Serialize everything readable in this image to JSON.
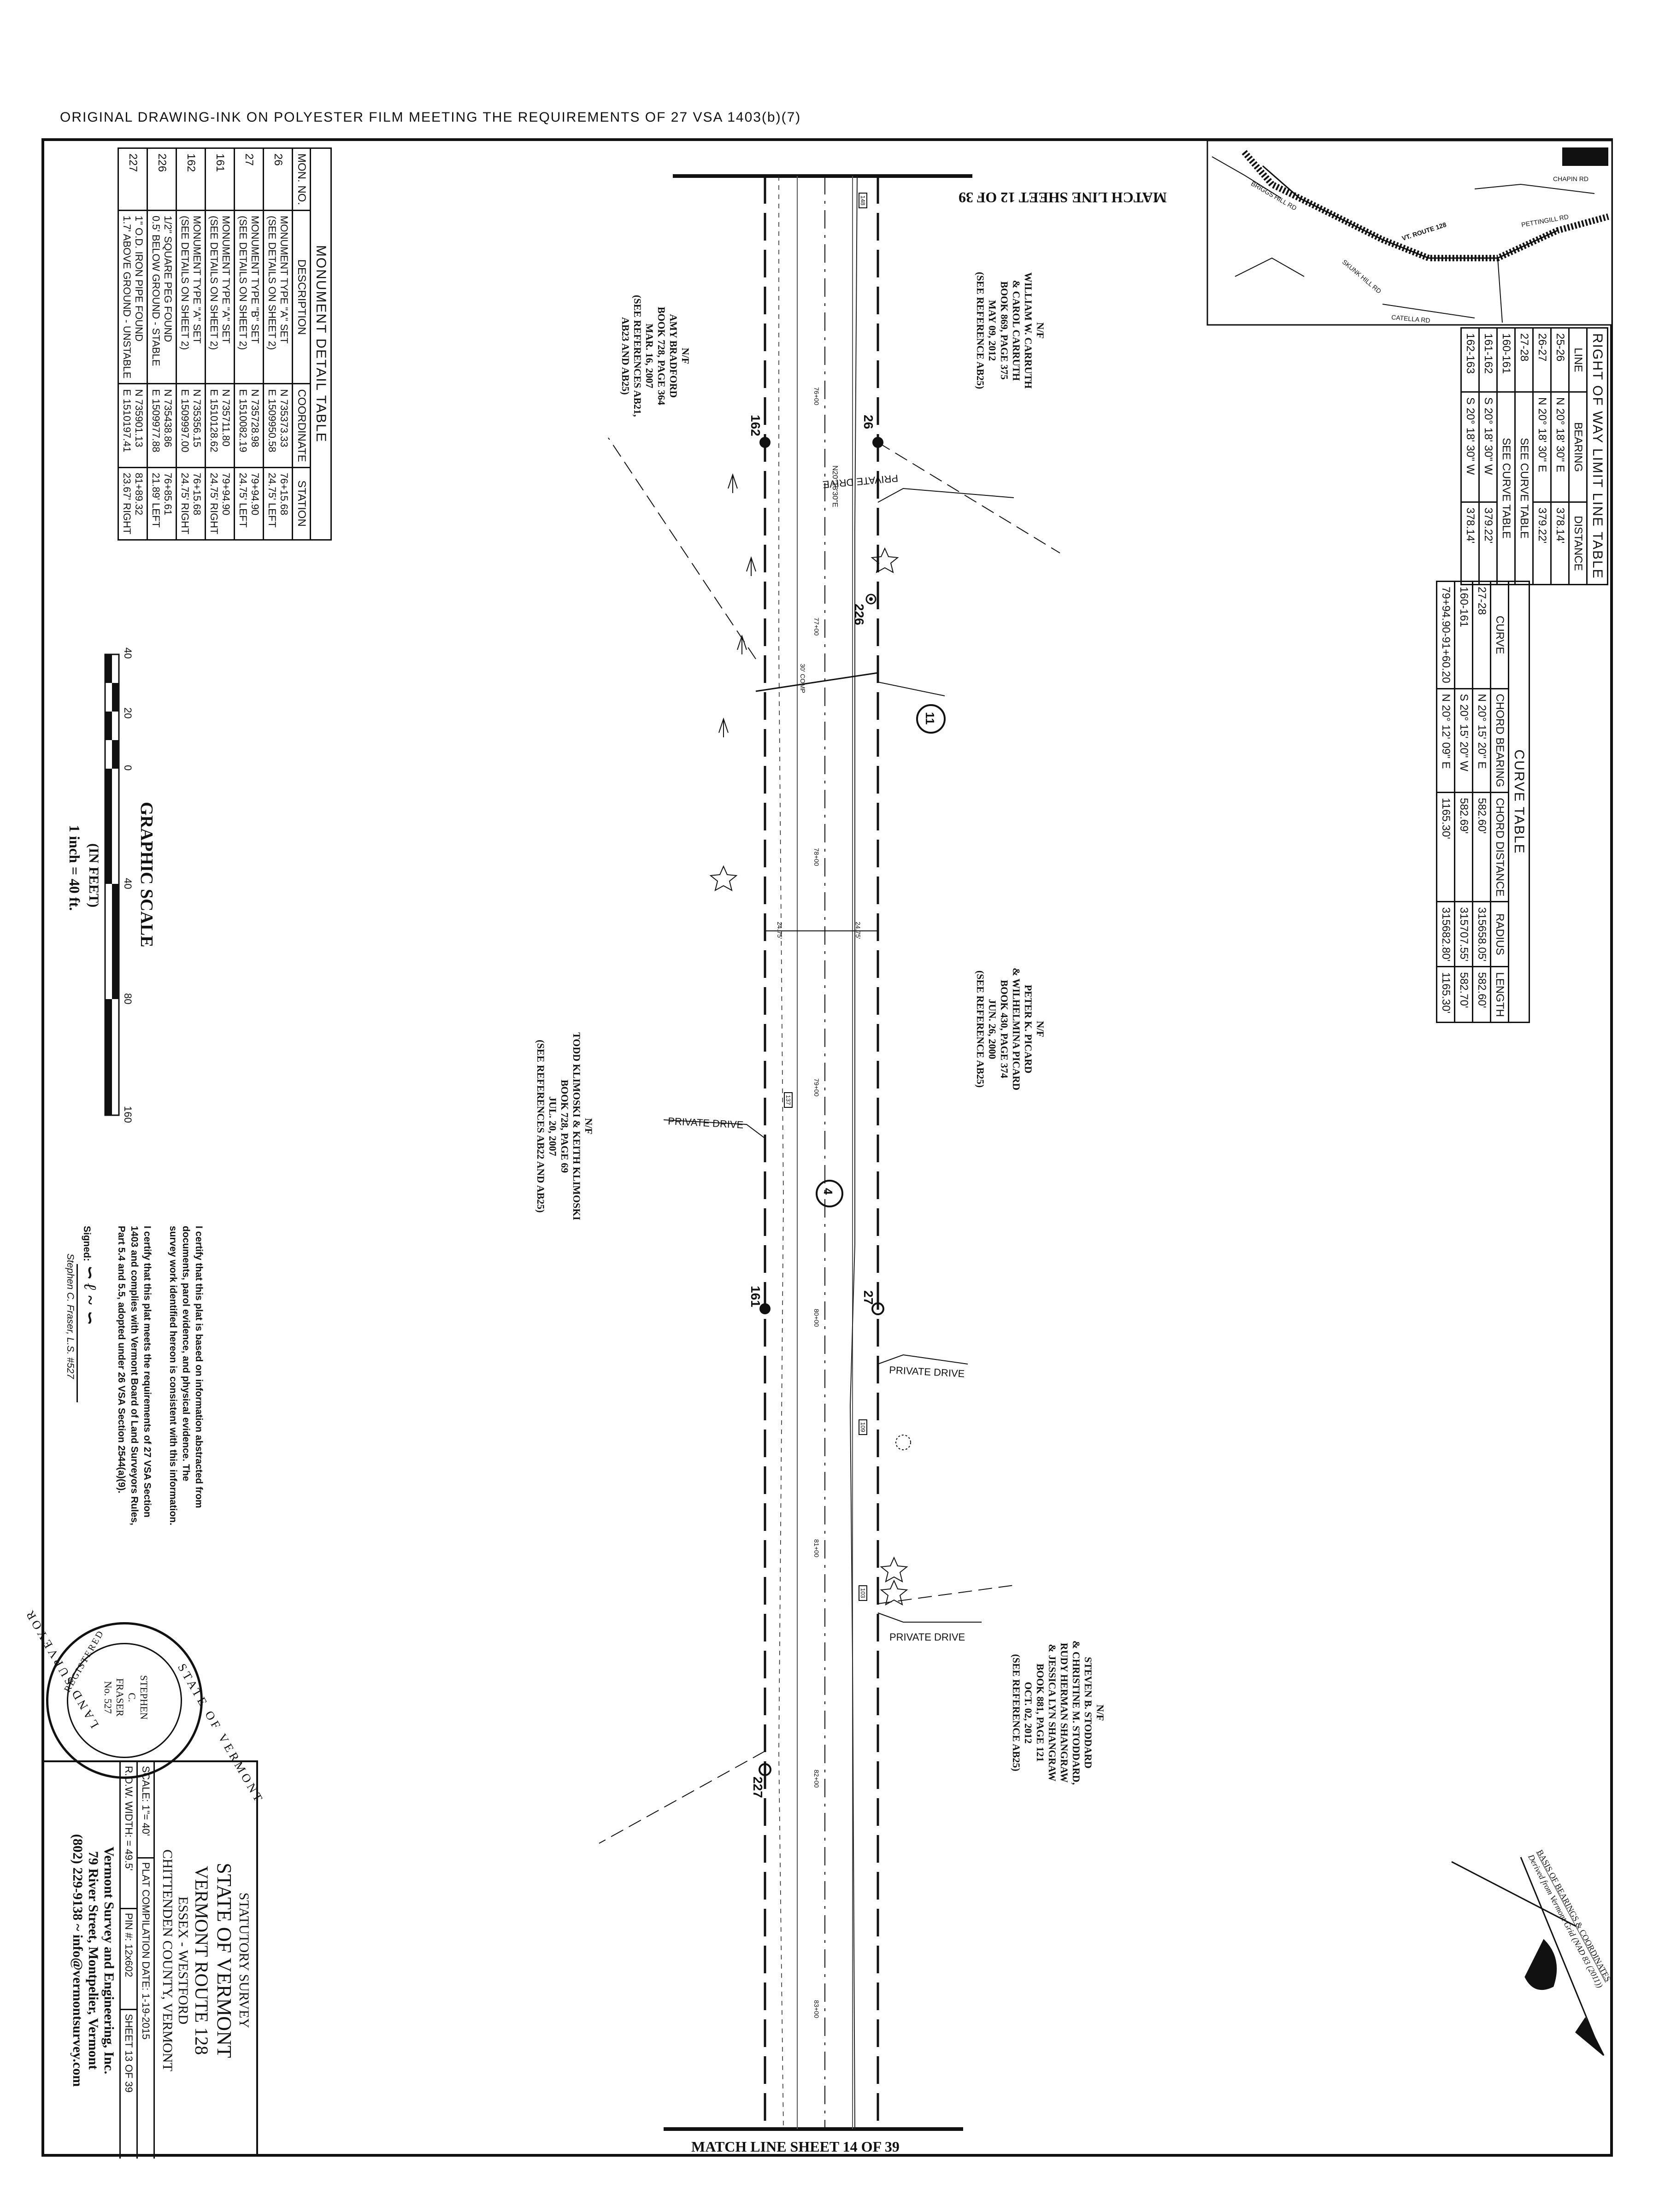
{
  "header_note": "ORIGINAL DRAWING-INK ON POLYESTER FILM MEETING THE REQUIREMENTS OF 27 VSA 1403(b)(7)",
  "match_lines": {
    "top": "MATCH LINE SHEET 12 OF 39",
    "bottom": "MATCH LINE SHEET 14 OF 39"
  },
  "monument_table": {
    "caption": "MONUMENT DETAIL TABLE",
    "headers": [
      "MON. NO.",
      "DESCRIPTION",
      "COORDINATE",
      "STATION"
    ],
    "rows": [
      {
        "no": "26",
        "desc": [
          "MONUMENT TYPE \"A\" SET",
          "(SEE DETAILS ON SHEET 2)"
        ],
        "coord": [
          "N 735373.33",
          "E 1509950.58"
        ],
        "station": [
          "76+15.68",
          "24.75' LEFT"
        ]
      },
      {
        "no": "27",
        "desc": [
          "MONUMENT TYPE \"B\" SET",
          "(SEE DETAILS ON SHEET 2)"
        ],
        "coord": [
          "N 735728.98",
          "E 1510082.19"
        ],
        "station": [
          "79+94.90",
          "24.75' LEFT"
        ]
      },
      {
        "no": "161",
        "desc": [
          "MONUMENT TYPE \"A\" SET",
          "(SEE DETAILS ON SHEET 2)"
        ],
        "coord": [
          "N 735711.80",
          "E 1510128.62"
        ],
        "station": [
          "79+94.90",
          "24.75' RIGHT"
        ]
      },
      {
        "no": "162",
        "desc": [
          "MONUMENT TYPE \"A\" SET",
          "(SEE DETAILS ON SHEET 2)"
        ],
        "coord": [
          "N 735356.15",
          "E 1509997.00"
        ],
        "station": [
          "76+15.68",
          "24.75' RIGHT"
        ]
      },
      {
        "no": "226",
        "desc": [
          "1/2\" SQUARE PEG FOUND",
          "0.5' BELOW GROUND - STABLE"
        ],
        "coord": [
          "N 735438.86",
          "E 1509977.88"
        ],
        "station": [
          "76+85.61",
          "21.89' LEFT"
        ]
      },
      {
        "no": "227",
        "desc": [
          "1\" O.D. IRON PIPE FOUND",
          "1.7' ABOVE GROUND - UNSTABLE"
        ],
        "coord": [
          "N 735901.13",
          "E 1510197.41"
        ],
        "station": [
          "81+89.32",
          "23.67' RIGHT"
        ]
      }
    ]
  },
  "row_table": {
    "caption": "RIGHT OF WAY LIMIT LINE TABLE",
    "headers": [
      "LINE",
      "BEARING",
      "DISTANCE"
    ],
    "rows": [
      [
        "25-26",
        "N 20° 18' 30\" E",
        "378.14'"
      ],
      [
        "26-27",
        "N 20° 18' 30\" E",
        "379.22'"
      ],
      [
        "27-28",
        "SEE CURVE TABLE",
        ""
      ],
      [
        "160-161",
        "SEE CURVE TABLE",
        ""
      ],
      [
        "161-162",
        "S 20° 18' 30\" W",
        "379.22'"
      ],
      [
        "162-163",
        "S 20° 18' 30\" W",
        "378.14'"
      ]
    ]
  },
  "curve_table": {
    "caption": "CURVE TABLE",
    "headers": [
      "CURVE",
      "CHORD BEARING",
      "CHORD DISTANCE",
      "RADIUS",
      "LENGTH"
    ],
    "rows": [
      [
        "27-28",
        "N 20° 15' 20\" E",
        "582.60'",
        "315658.05'",
        "582.60'"
      ],
      [
        "160-161",
        "S 20° 15' 20\" W",
        "582.69'",
        "315707.55'",
        "582.70'"
      ],
      [
        "79+94.90-91+60.20",
        "N 20° 12' 09\" E",
        "1165.30'",
        "315682.80'",
        "1165.30'"
      ]
    ]
  },
  "graphic_scale": {
    "title": "GRAPHIC SCALE",
    "ticks": [
      "40",
      "20",
      "0",
      "40",
      "80",
      "160"
    ],
    "unit": "(IN FEET)",
    "ratio": "1 inch = 40 ft."
  },
  "certification": {
    "para1": [
      "I certify that this plat is based on information abstracted from",
      "documents, parol evidence, and physical evidence. The",
      "survey work identified hereon is consistent with this information."
    ],
    "para2": [
      "I certify that this plat meets the requirements of 27 VSA Section",
      "1403 and complies with Vermont Board of Land Surveyors Rules,",
      "Part 5.4 and 5.5, adopted under 26 VSA Section 2544(a)(9)."
    ],
    "signed_label": "Signed:",
    "signer": "Stephen C. Fraser, L.S. #527"
  },
  "seal": {
    "ring_top": "STATE OF VERMONT",
    "ring_bottom": "LAND SURVEYOR",
    "registered": "REGISTERED",
    "center": [
      "STEPHEN",
      "C.",
      "FRASER",
      "No. 527"
    ]
  },
  "title_block": {
    "line1": "STATUTORY SURVEY",
    "line2": "STATE OF VERMONT",
    "line3": "VERMONT ROUTE 128",
    "line4": "ESSEX - WESTFORD",
    "line5": "CHITTENDEN COUNTY, VERMONT",
    "scale": "SCALE: 1\"= 40'",
    "plat_date": "PLAT COMPILATION DATE: 1-19-2015",
    "row_width": "R.O.W. WIDTH: = 49.5'",
    "pin": "PIN #: 12x602",
    "sheet": "SHEET 13 OF 39",
    "company": "Vermont Survey and Engineering, Inc.",
    "address": "79 River Street, Montpelier, Vermont",
    "contact": "(802) 229-9138 ~ info@vermontsurvey.com"
  },
  "owners": [
    {
      "lines": [
        "N/F",
        "WILLIAM W. CARRUTH",
        "& CAROL CARRUTH",
        "BOOK 869, PAGE 375",
        "MAY 09, 2012",
        "(SEE REFERENCE AB25)"
      ]
    },
    {
      "lines": [
        "N/F",
        "AMY BRADFORD",
        "BOOK 728, PAGE 364",
        "MAR. 16, 2007",
        "(SEE REFERENCES AB21,",
        "AB23 AND AB25)"
      ]
    },
    {
      "lines": [
        "N/F",
        "PETER K. PICARD",
        "& WILHELMINA PICARD",
        "BOOK 430, PAGE 374",
        "JUN. 26, 2000",
        "(SEE REFERENCE AB25)"
      ]
    },
    {
      "lines": [
        "N/F",
        "TODD KLIMOSKI & KEITH KLIMOSKI",
        "BOOK 728, PAGE 69",
        "JUL. 20, 2007",
        "(SEE REFERENCES AB22 AND AB25)"
      ]
    },
    {
      "lines": [
        "N/F",
        "STEVEN B. STODDARD",
        "& CHRISTINE M. STODDARD,",
        "RUDY HERMAN SHANGRAW",
        "& JESSICA LYN SHANGRAW",
        "BOOK 881, PAGE 121",
        "OCT. 02, 2012",
        "(SEE REFERENCE AB25)"
      ]
    }
  ],
  "plan_labels": {
    "private_drive": "PRIVATE DRIVE",
    "bearing": "N20°18'30\"E",
    "stations": [
      "76+00",
      "77+00",
      "78+00",
      "79+00",
      "80+00",
      "81+00",
      "82+00",
      "83+00"
    ],
    "offset": "24.75'",
    "monuments": [
      "26",
      "27",
      "161",
      "162",
      "226",
      "227"
    ],
    "circled": [
      "11",
      "4"
    ],
    "callouts": [
      "148",
      "137",
      "109",
      "103"
    ],
    "comp": "30' COMP"
  },
  "basis_note": [
    "BASIS OF BEARINGS & COORDINATES",
    "Derived from Vermont Grid (NAD 83 (2011))"
  ],
  "map_roads": [
    "CHAPIN RD",
    "VT. ROUTE 128",
    "PETTINGILL RD",
    "CATELLA RD",
    "SKUNK HILL RD",
    "BRIGGS HILL RD"
  ]
}
